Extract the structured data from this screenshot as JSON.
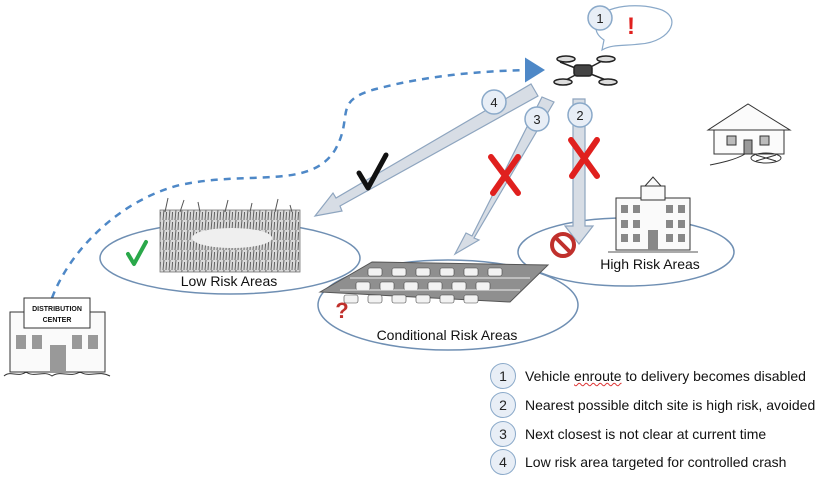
{
  "areas": {
    "low": "Low Risk Areas",
    "conditional": "Conditional Risk Areas",
    "high": "High Risk Areas"
  },
  "building": {
    "sign_line1": "DISTRIBUTION",
    "sign_line2": "CENTER"
  },
  "path_numbers": {
    "n1": "1",
    "n2": "2",
    "n3": "3",
    "n4": "4"
  },
  "marks": {
    "alert": "!",
    "question": "?",
    "check": "✓",
    "ban": "no-entry-icon"
  },
  "legend": [
    {
      "num": "1",
      "pre": "Vehicle ",
      "underlined": "enroute",
      "post": " to delivery becomes disabled"
    },
    {
      "num": "2",
      "pre": "Nearest possible ditch site is high risk, avoided",
      "underlined": "",
      "post": ""
    },
    {
      "num": "3",
      "pre": "Next closest is not clear at current time",
      "underlined": "",
      "post": ""
    },
    {
      "num": "4",
      "pre": "Low risk area targeted for controlled crash",
      "underlined": "",
      "post": ""
    }
  ],
  "colors": {
    "arrow_fill": "#d7dde5",
    "arrow_stroke": "#8ea5bf",
    "ellipse": "#6f8fb3",
    "dash_path": "#4e88c7",
    "red_x": "#e0201e",
    "check_green": "#2aa84a"
  }
}
